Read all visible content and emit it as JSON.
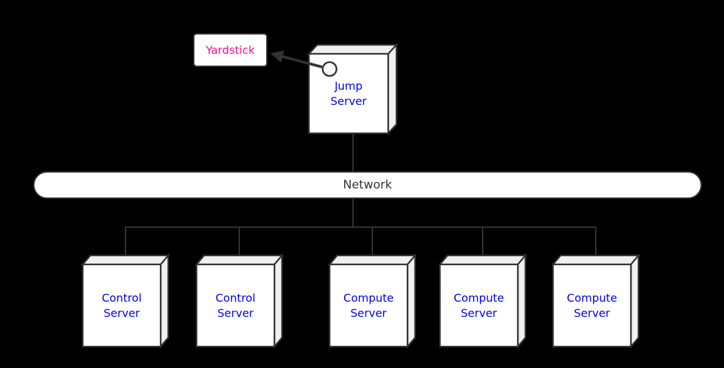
{
  "colors": {
    "background": "#000000",
    "stroke": "#333333",
    "face_fill": "#ffffff",
    "side_fill": "#f0f0f0",
    "server_text": "#0000f0",
    "yardstick_text": "#f5128e",
    "network_text": "#333333"
  },
  "nodes": {
    "yardstick": {
      "label": "Yardstick"
    },
    "jump_server": {
      "label": "Jump Server"
    },
    "network": {
      "label": "Network"
    },
    "servers": [
      {
        "label": "Control Server"
      },
      {
        "label": "Control Server"
      },
      {
        "label": "Compute Server"
      },
      {
        "label": "Compute Server"
      },
      {
        "label": "Compute Server"
      }
    ]
  },
  "edges": [
    {
      "from": "jump-server",
      "to": "yardstick",
      "style": "arrow"
    },
    {
      "from": "jump-server",
      "to": "network",
      "style": "line"
    },
    {
      "from": "network",
      "to": "control-server-1",
      "style": "line"
    },
    {
      "from": "network",
      "to": "control-server-2",
      "style": "line"
    },
    {
      "from": "network",
      "to": "compute-server-1",
      "style": "line"
    },
    {
      "from": "network",
      "to": "compute-server-2",
      "style": "line"
    },
    {
      "from": "network",
      "to": "compute-server-3",
      "style": "line"
    }
  ]
}
